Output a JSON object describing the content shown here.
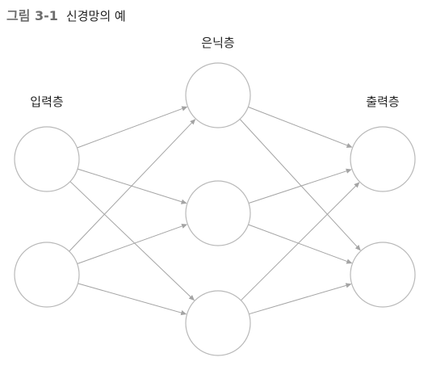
{
  "caption": {
    "number": "그림 3-1",
    "title": "신경망의 예"
  },
  "layers": [
    {
      "label": "입력층",
      "node_count": 2
    },
    {
      "label": "은닉층",
      "node_count": 3
    },
    {
      "label": "출력층",
      "node_count": 2
    }
  ],
  "connections": "fully-connected",
  "colors": {
    "node_stroke": "#b9b9b9",
    "edge": "#a4a4a4",
    "caption_number": "#6d6d6d",
    "text": "#222222"
  }
}
